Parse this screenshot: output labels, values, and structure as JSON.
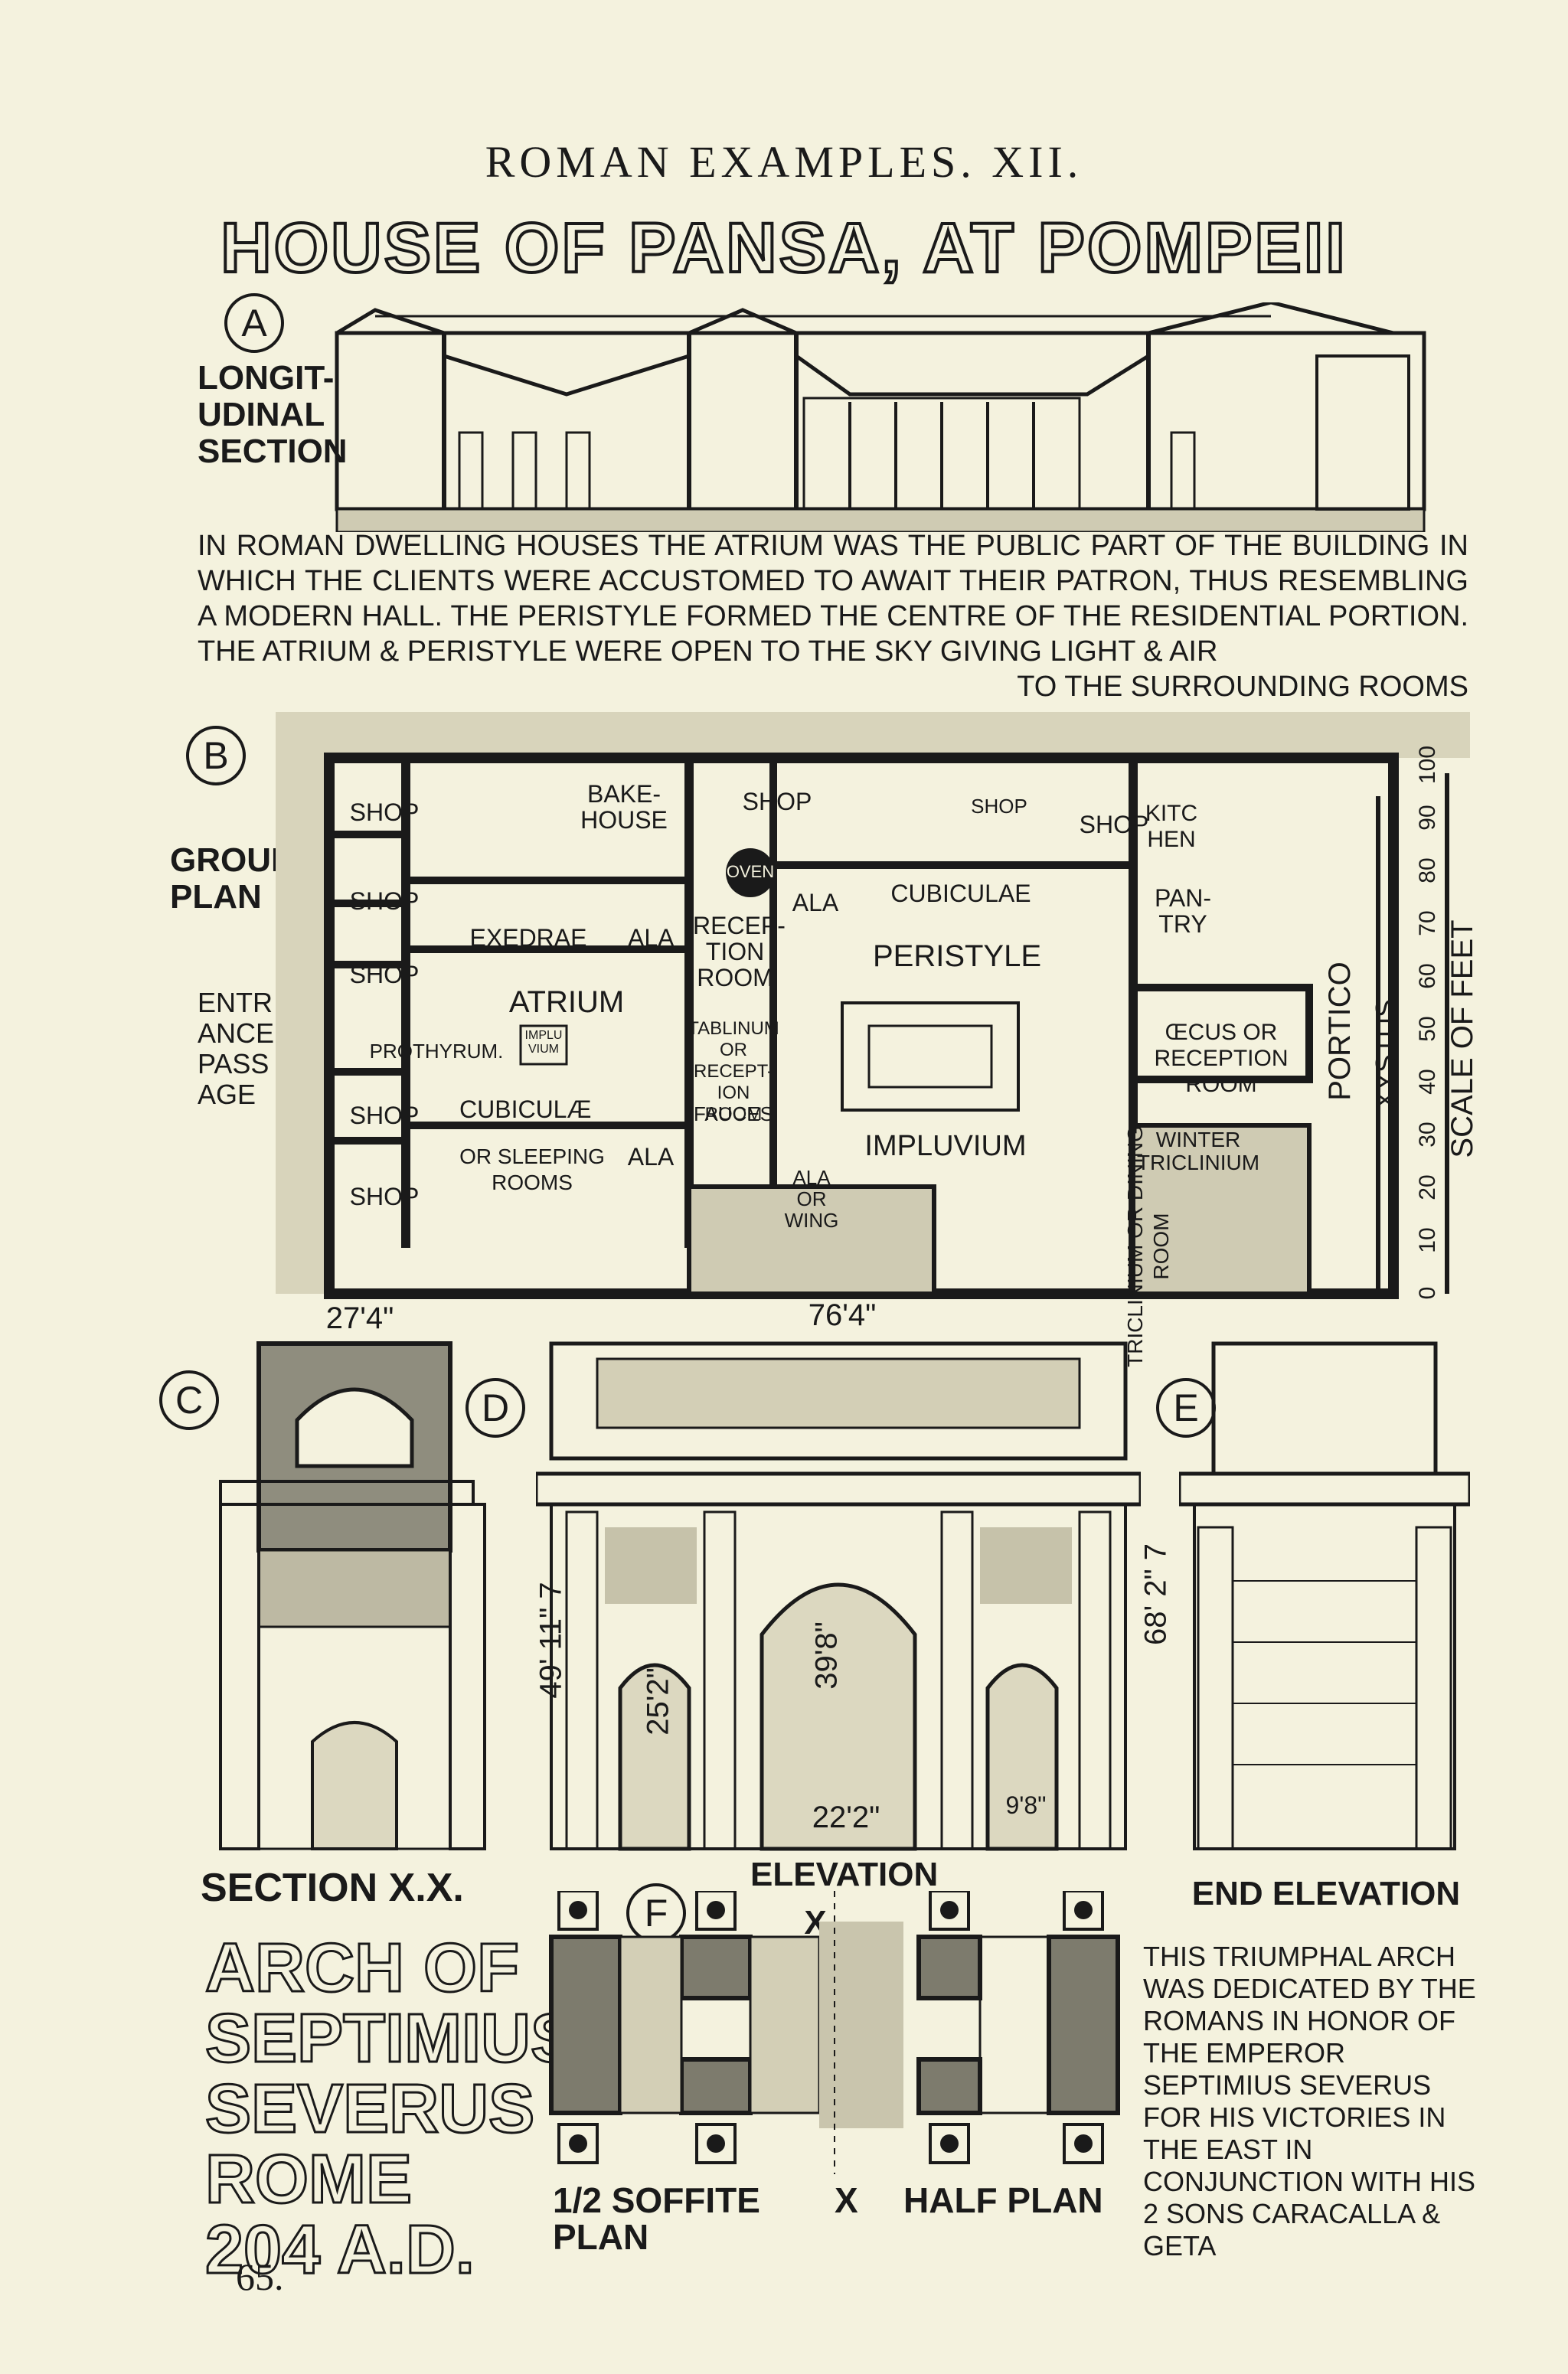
{
  "header": {
    "running_title": "ROMAN EXAMPLES. XII."
  },
  "title": "HOUSE OF PANSA, AT POMPEII",
  "section_a": {
    "letter": "A",
    "label": "LONGIT-UDINAL SECTION"
  },
  "paragraph_main": "In Roman dwelling houses the atrium was the public part of the building in which the clients were accustomed to await their patron, thus resembling a modern hall. The peristyle formed the centre of the residential portion. The atrium & peristyle were open to the sky giving light & air",
  "paragraph_last": "to the surrounding rooms",
  "plan": {
    "letter": "B",
    "label": "GROUND PLAN",
    "entrance_label": "ENTR ANCE PASS AGE",
    "rooms": {
      "shop": "SHOP",
      "bakehouse": "BAKE-HOUSE",
      "oven": "OVEN",
      "kitchen": "KITC HEN",
      "pantry": "PAN-TRY",
      "exedrae": "EXEDRAE",
      "ala": "ALA",
      "reception": "RECEP-TION ROOM",
      "cubiculae_top": "CUBICULAE",
      "peristyle": "PERISTYLE",
      "atrium": "ATRIUM",
      "impluvium_small": "IMPLU VIUM",
      "prothyrum": "PROTHYRUM.",
      "tablinum": "TABLINUM OR RECEPT-ION ROOM",
      "fauces": "FAUCES",
      "cubiculae": "CUBICULÆ",
      "sleeping": "OR SLEEPING ROOMS",
      "impluvium": "IMPLUVIUM",
      "ala_wing": "ALA OR WING",
      "triclinium": "TRICLINIUM OR DINING ROOM",
      "oecus": "ŒCUS OR RECEPTION ROOM",
      "winter": "WINTER TRICLINIUM",
      "portico": "PORTICO",
      "xystus": "XYSTUS"
    },
    "scale": {
      "label": "SCALE OF FEET",
      "ticks": [
        "0",
        "10",
        "20",
        "30",
        "40",
        "50",
        "60",
        "70",
        "80",
        "90",
        "100"
      ]
    }
  },
  "arch": {
    "letter_c": "C",
    "letter_d": "D",
    "letter_e": "E",
    "letter_f": "F",
    "dims": {
      "width_c": "27'4\"",
      "width_d": "76'4\"",
      "height_c": "49' 11\" 7",
      "height_side": "25'2\"",
      "height_centre": "39'8\"",
      "centre_span": "22'2\"",
      "side_span": "9'8\"",
      "height_e": "68' 2\" 7"
    },
    "section_label": "SECTION X.X.",
    "elevation_label": "ELEVATION",
    "x_mark": "X",
    "end_elevation_label": "END ELEVATION",
    "caption": "ARCH OF SEPTIMIUS SEVERUS ROME 204 A.D.",
    "note": "This triumphal arch was dedicated by the Romans in honor of the Emperor Septimius Severus for his victories in the East in conjunction with his 2 sons Caracalla & Geta",
    "soffit_label": "1/2 SOFFITE PLAN",
    "half_plan_label": "HALF PLAN"
  },
  "page_number": "65."
}
